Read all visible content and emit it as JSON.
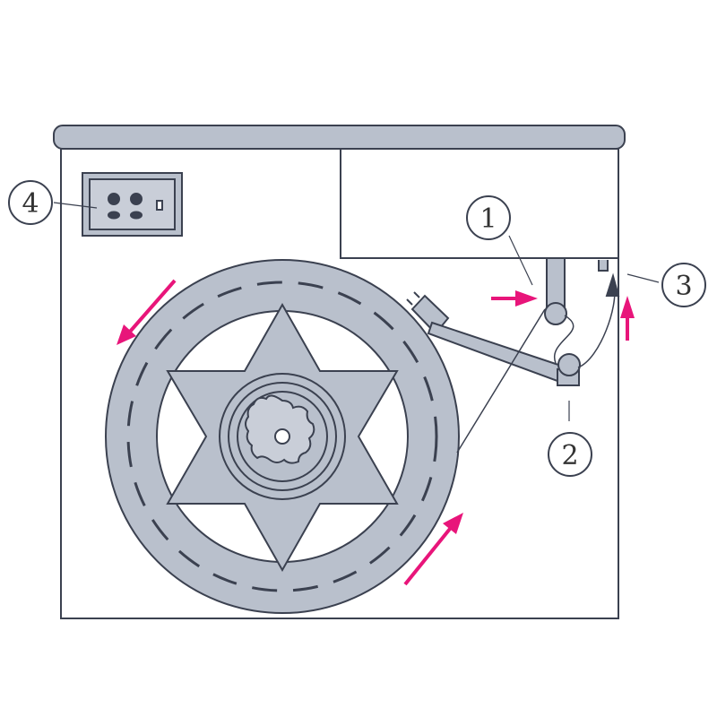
{
  "diagram": {
    "callouts": [
      {
        "id": "1",
        "label": "1"
      },
      {
        "id": "2",
        "label": "2"
      },
      {
        "id": "3",
        "label": "3"
      },
      {
        "id": "4",
        "label": "4"
      }
    ],
    "colors": {
      "fill": "#b9c0cc",
      "line": "#3b4150",
      "arrow": "#e8157a",
      "background": "#ffffff"
    }
  }
}
